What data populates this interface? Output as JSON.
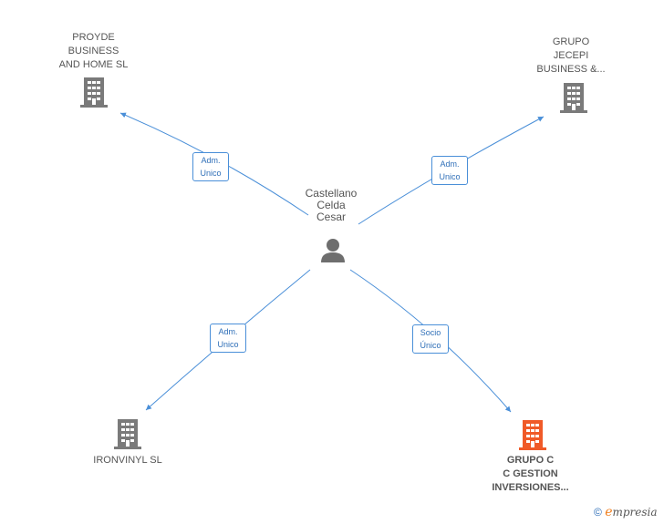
{
  "colors": {
    "edge": "#4a8fd8",
    "node_gray": "#7a7a7a",
    "node_highlight": "#f05a28"
  },
  "center": {
    "label": "Castellano\nCelda\nCesar",
    "icon": "person-icon"
  },
  "nodes": [
    {
      "id": "proyde",
      "label": "PROYDE\nBUSINESS\nAND HOME SL",
      "icon": "building-icon"
    },
    {
      "id": "jecepi",
      "label": "GRUPO\nJECEPI\nBUSINESS &...",
      "icon": "building-icon"
    },
    {
      "id": "ironvinyl",
      "label": "IRONVINYL SL",
      "icon": "building-icon"
    },
    {
      "id": "grupocc",
      "label": "GRUPO C\nC GESTION\nINVERSIONES...",
      "icon": "building-icon",
      "highlight": true
    }
  ],
  "edges": [
    {
      "to": "proyde",
      "label": "Adm.\nUnico"
    },
    {
      "to": "jecepi",
      "label": "Adm.\nUnico"
    },
    {
      "to": "ironvinyl",
      "label": "Adm.\nUnico"
    },
    {
      "to": "grupocc",
      "label": "Socio\nÚnico"
    }
  ],
  "brand": {
    "copyright": "©",
    "name_initial": "e",
    "name_rest": "mpresia"
  }
}
